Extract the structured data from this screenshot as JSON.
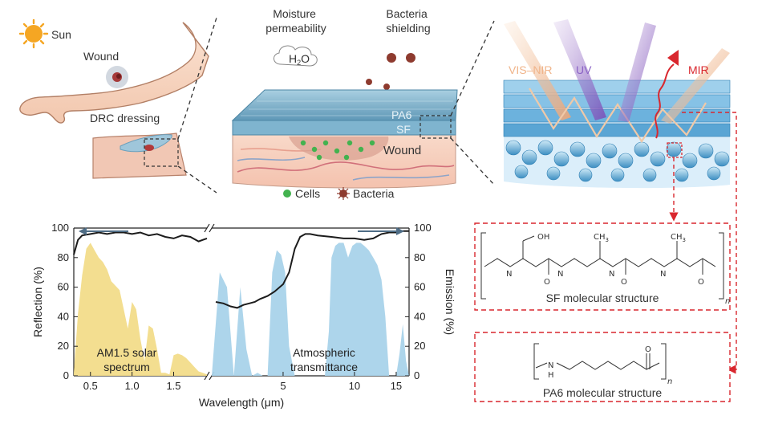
{
  "panel_a": {
    "sun": "Sun",
    "wound": "Wound",
    "dressing": "DRC dressing"
  },
  "panel_b": {
    "moisture": [
      "Moisture",
      "permeability"
    ],
    "h2o_h": "H",
    "h2o_sub": "2",
    "h2o_o": "O",
    "bacteria_shielding": [
      "Bacteria",
      "shielding"
    ],
    "pa6": "PA6",
    "sf": "SF",
    "wound": "Wound",
    "legend_cells": "Cells",
    "legend_bacteria": "Bacteria"
  },
  "panel_c": {
    "visnir": "VIS–NIR",
    "uv": "UV",
    "mir": "MIR"
  },
  "molecules": {
    "sf_caption": "SF molecular structure",
    "pa6_caption": "PA6 molecular structure",
    "atom_n": "N",
    "atom_h": "H",
    "atom_o": "O",
    "atom_oh": "OH",
    "atom_ch3": "CH",
    "sub3": "3",
    "n": "n"
  },
  "chart_data": {
    "type": "area",
    "xlabel": "Wavelength (μm)",
    "ylabel": "Reflection (%)",
    "y2label": "Emission (%)",
    "ylim": [
      0,
      100
    ],
    "y2lim": [
      0,
      100
    ],
    "x_segments": [
      {
        "range": [
          0.3,
          1.9
        ],
        "ticks": [
          "0.5",
          "1.0",
          "1.5"
        ],
        "tick_values": [
          0.5,
          1.0,
          1.5
        ]
      },
      {
        "range": [
          2.5,
          17
        ],
        "scale": "log",
        "ticks": [
          "5",
          "10",
          "15"
        ],
        "tick_values": [
          5,
          10,
          15
        ]
      }
    ],
    "yticks": [
      "0",
      "20",
      "40",
      "60",
      "80",
      "100"
    ],
    "y2ticks": [
      "0",
      "20",
      "40",
      "60",
      "80",
      "100"
    ],
    "annotations": {
      "solar": [
        "AM1.5 solar",
        "spectrum"
      ],
      "atmos": [
        "Atmospheric",
        "transmittance"
      ]
    },
    "series": [
      {
        "color": "#f2dc8a",
        "x": [
          0.3,
          0.35,
          0.4,
          0.45,
          0.5,
          0.55,
          0.6,
          0.65,
          0.7,
          0.75,
          0.8,
          0.85,
          0.9,
          0.95,
          1.0,
          1.05,
          1.1,
          1.15,
          1.2,
          1.25,
          1.3,
          1.35,
          1.4,
          1.45,
          1.5,
          1.55,
          1.6,
          1.65,
          1.7,
          1.75,
          1.8,
          1.85,
          1.9
        ],
        "y": [
          2,
          42,
          68,
          86,
          90,
          85,
          80,
          77,
          72,
          64,
          61,
          58,
          45,
          32,
          50,
          45,
          25,
          10,
          34,
          32,
          18,
          2,
          2,
          1,
          14,
          15,
          14,
          12,
          9,
          6,
          3,
          2,
          1
        ]
      },
      {
        "color": "#a9d3ea",
        "x": [
          2.5,
          2.7,
          2.9,
          3.1,
          3.3,
          3.5,
          3.7,
          3.9,
          4.1,
          4.3,
          4.5,
          4.7,
          4.9,
          5.1,
          5.3,
          5.6,
          6.0,
          6.5,
          7.0,
          7.5,
          7.8,
          8.0,
          8.3,
          8.6,
          9.0,
          9.4,
          9.8,
          10.2,
          10.6,
          11.0,
          11.5,
          12.0,
          12.5,
          13.0,
          13.5,
          14.0,
          14.5,
          15.0,
          15.5,
          16.0,
          16.5,
          17.0
        ],
        "y": [
          0,
          70,
          60,
          0,
          60,
          18,
          0,
          2,
          0,
          0,
          70,
          85,
          82,
          70,
          20,
          0,
          0,
          0,
          0,
          0,
          30,
          80,
          88,
          90,
          90,
          80,
          88,
          90,
          90,
          88,
          85,
          80,
          75,
          65,
          40,
          0,
          0,
          0,
          15,
          35,
          10,
          0
        ]
      },
      {
        "name": "Reflection",
        "color": "#1c1c1c",
        "x": [
          0.3,
          0.35,
          0.4,
          0.5,
          0.6,
          0.7,
          0.8,
          0.9,
          1.0,
          1.1,
          1.2,
          1.3,
          1.4,
          1.5,
          1.6,
          1.7,
          1.8,
          1.9
        ],
        "y": [
          82,
          92,
          95,
          96,
          97,
          96,
          97,
          97,
          96,
          97,
          95,
          96,
          94,
          93,
          95,
          94,
          91,
          93
        ]
      },
      {
        "name": "Emission",
        "color": "#1c1c1c",
        "x": [
          2.6,
          2.8,
          3.0,
          3.2,
          3.4,
          3.6,
          3.8,
          4.0,
          4.3,
          4.6,
          5.0,
          5.3,
          5.6,
          5.9,
          6.2,
          6.5,
          7.0,
          8.0,
          9.0,
          10.0,
          11.0,
          12.0,
          13.0,
          14.0,
          15.0,
          16.0,
          17.0
        ],
        "y": [
          50,
          49,
          47,
          46,
          48,
          49,
          50,
          52,
          54,
          57,
          62,
          70,
          86,
          94,
          96,
          96,
          95,
          94,
          93,
          93,
          92,
          93,
          96,
          97,
          97,
          98,
          98
        ]
      }
    ]
  }
}
